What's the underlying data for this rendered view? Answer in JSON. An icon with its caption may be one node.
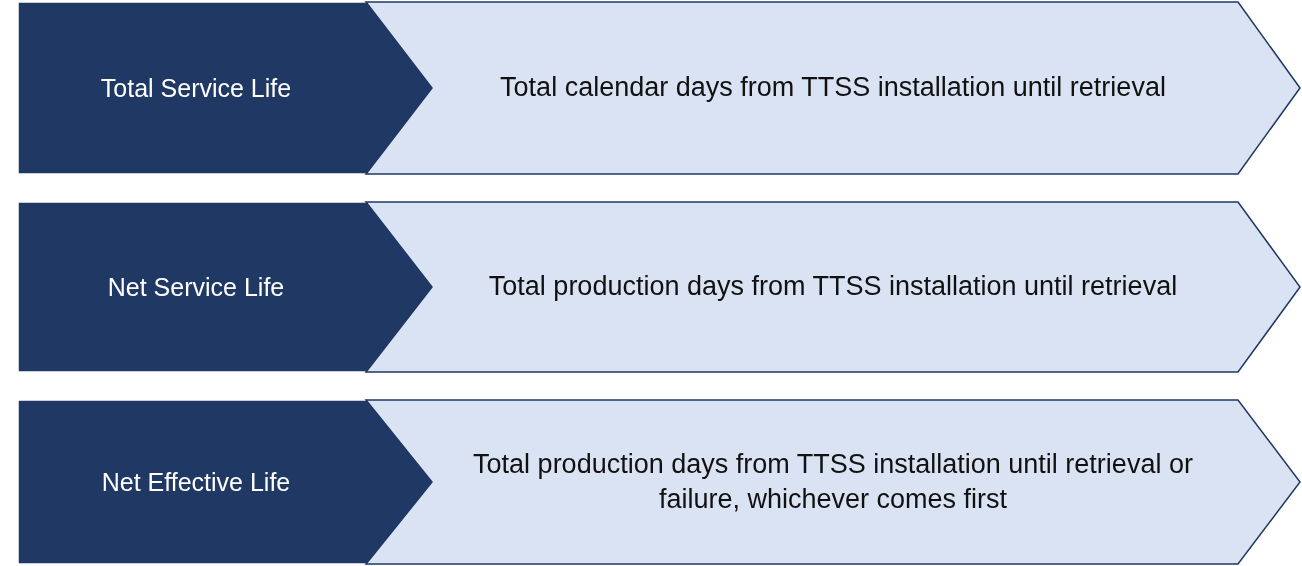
{
  "diagram": {
    "nodes": [
      {
        "text": [
          "Total Service Life"
        ]
      },
      {
        "text": [
          "Total calendar days from TTSS installation until retrieval"
        ]
      },
      {
        "text": [
          "Net Service Life"
        ]
      },
      {
        "text": [
          "Total production days from TTSS installation until retrieval"
        ]
      },
      {
        "text": [
          "Net Effective Life"
        ]
      },
      {
        "text": [
          "Total production days from TTSS installation until retrieval or failure, whichever comes first"
        ]
      }
    ]
  }
}
